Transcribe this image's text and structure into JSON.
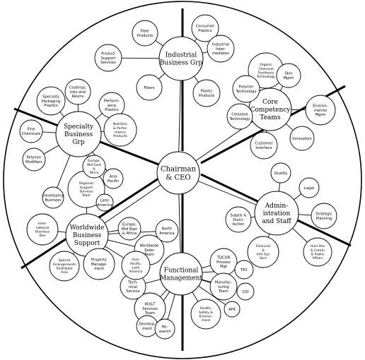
{
  "center": {
    "lines": [
      "Chairman",
      "& CEO"
    ]
  },
  "groups": [
    {
      "id": "industrial",
      "lines": [
        "Industrial",
        "Business Grp"
      ],
      "subs": [
        {
          "lines": [
            "Fiber",
            "Products"
          ]
        },
        {
          "lines": [
            "Consumer",
            "Plastics"
          ]
        },
        {
          "lines": [
            "Industrial",
            "Inter-",
            "mediates"
          ]
        },
        {
          "lines": [
            "Product",
            "Support",
            "Services"
          ]
        },
        {
          "lines": [
            "Fibers"
          ]
        },
        {
          "lines": [
            "Plastic",
            "Products"
          ]
        }
      ]
    },
    {
      "id": "core-competency",
      "lines": [
        "Core",
        "Competency",
        "Teams"
      ],
      "subs": [
        {
          "lines": [
            "Organic",
            "Chemical",
            "Synthesis",
            "Technology"
          ]
        },
        {
          "lines": [
            "Skin",
            "Mgmt"
          ]
        },
        {
          "lines": [
            "Polymer",
            "Technology"
          ]
        },
        {
          "lines": [
            "Environ-",
            "mental",
            "Mgmt"
          ]
        },
        {
          "lines": [
            "Cellulose",
            "Technology"
          ]
        },
        {
          "lines": [
            "Customer",
            "Interface"
          ]
        },
        {
          "lines": [
            "Innovation"
          ]
        }
      ]
    },
    {
      "id": "administration",
      "lines": [
        "Admin-",
        "istration",
        "and Staff"
      ],
      "subs": [
        {
          "lines": [
            "Quality"
          ]
        },
        {
          "lines": [
            "Legal"
          ]
        },
        {
          "lines": [
            "Supply &",
            "Distri-",
            "bution"
          ]
        },
        {
          "lines": [
            "Strategic",
            "Planning"
          ]
        },
        {
          "lines": [
            "Financial",
            "&",
            "Info Sys",
            "Serv"
          ]
        },
        {
          "lines": [
            "Hum Res",
            "& Comm",
            "& Public",
            "Affairs"
          ]
        }
      ]
    },
    {
      "id": "functional",
      "lines": [
        "Functional",
        "Management"
      ],
      "subs": [
        {
          "lines": [
            "TQCDR",
            "Process",
            "Mgt"
          ]
        },
        {
          "lines": [
            "TEX"
          ]
        },
        {
          "lines": [
            "Manufac-",
            "turing",
            "Team"
          ]
        },
        {
          "lines": [
            "CIO"
          ]
        },
        {
          "lines": [
            "AFK"
          ]
        },
        {
          "lines": [
            "Health,",
            "Safety &",
            "Environ-",
            "ment"
          ]
        },
        {
          "lines": [
            "RD&T",
            "Services",
            "Team"
          ]
        },
        {
          "lines": [
            "Tech-",
            "nical",
            "Service"
          ]
        },
        {
          "lines": [
            "Develop-",
            "ment"
          ]
        },
        {
          "lines": [
            "Re-",
            "search"
          ]
        }
      ]
    },
    {
      "id": "worldwide",
      "lines": [
        "Worldwide",
        "Business",
        "Support"
      ],
      "subs": [
        {
          "lines": [
            "Regional",
            "Support",
            "Services",
            "Team"
          ]
        },
        {
          "lines": [
            "Worldwide",
            "Sales",
            "Team"
          ]
        },
        {
          "lines": [
            "Europe,",
            "Mid East",
            "& Africa"
          ]
        },
        {
          "lines": [
            "North",
            "America"
          ]
        },
        {
          "lines": [
            "Asia-",
            "Pacific,",
            "Latin",
            "America"
          ]
        },
        {
          "lines": [
            "Inter-",
            "national",
            "Business",
            "Dev"
          ]
        },
        {
          "lines": [
            "Special",
            "Arrangements",
            "Southeast",
            "Asia"
          ]
        },
        {
          "lines": [
            "Property",
            "Manage-",
            "ment"
          ]
        }
      ]
    },
    {
      "id": "specialty",
      "lines": [
        "Specialty",
        "Business",
        "Grp"
      ],
      "subs": [
        {
          "lines": [
            "Coatings,",
            "Inks and",
            "Resins"
          ]
        },
        {
          "lines": [
            "Perform-",
            "ance",
            "Plastics"
          ]
        },
        {
          "lines": [
            "Specialty",
            "Packaging",
            "Plastics"
          ]
        },
        {
          "lines": [
            "Nutrition",
            "& Perfor-",
            "mance",
            "Products"
          ]
        },
        {
          "lines": [
            "Fine",
            "Chemicals"
          ]
        },
        {
          "lines": [
            "Polymer",
            "Modifiers"
          ]
        },
        {
          "lines": [
            "Europe,",
            "Mid East",
            "&",
            "Africa"
          ]
        },
        {
          "lines": [
            "Asia",
            "Pacific"
          ]
        },
        {
          "lines": [
            "Latin",
            "America"
          ]
        },
        {
          "lines": [
            "Developing",
            "Business"
          ]
        }
      ]
    }
  ]
}
